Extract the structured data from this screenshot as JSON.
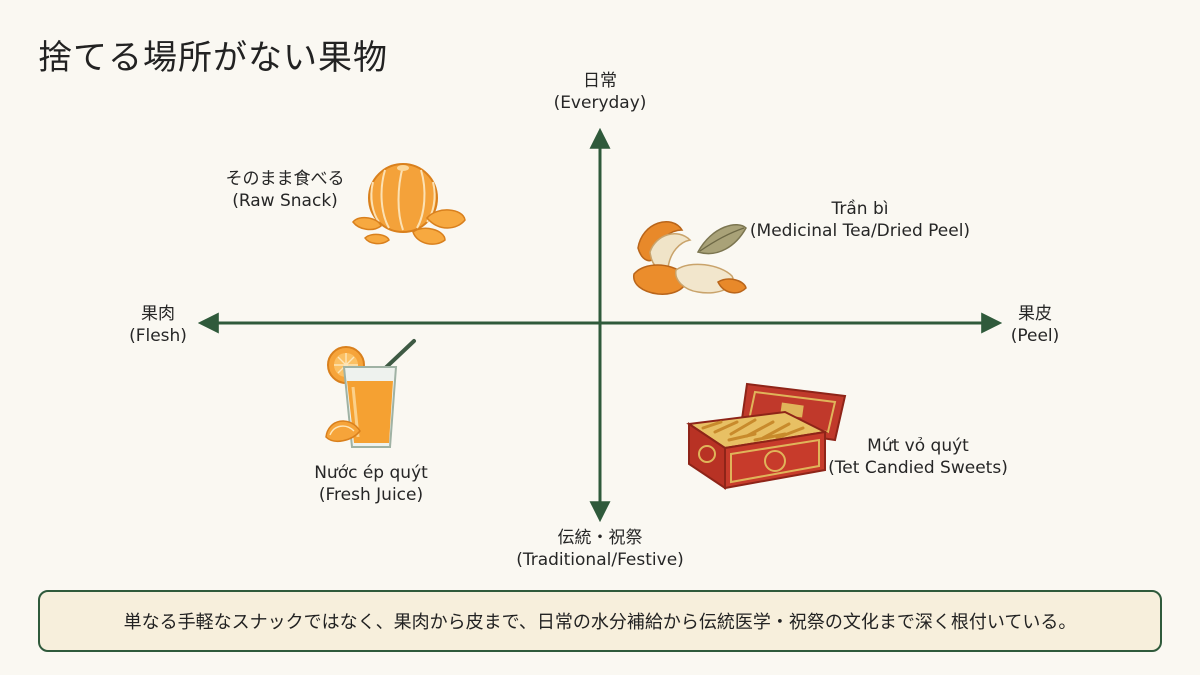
{
  "title": "捨てる場所がない果物",
  "axes": {
    "top": {
      "jp": "日常",
      "en": "(Everyday)"
    },
    "bottom": {
      "jp": "伝統・祝祭",
      "en": "(Traditional/Festive)"
    },
    "left": {
      "jp": "果肉",
      "en": "(Flesh)"
    },
    "right": {
      "jp": "果皮",
      "en": "(Peel)"
    }
  },
  "items": [
    {
      "quadrant": "top-left",
      "line1": "そのまま食べる",
      "line2": "(Raw Snack)",
      "icon": "peeled-mandarin-icon"
    },
    {
      "quadrant": "top-right",
      "line1": "Trần bì",
      "line2": "(Medicinal Tea/Dried Peel)",
      "icon": "dried-peel-icon"
    },
    {
      "quadrant": "bottom-left",
      "line1": "Nước ép quýt",
      "line2": "(Fresh Juice)",
      "icon": "juice-glass-icon"
    },
    {
      "quadrant": "bottom-right",
      "line1": "Mứt vỏ quýt",
      "line2": "(Tet Candied Sweets)",
      "icon": "candy-box-icon"
    }
  ],
  "summary": "単なる手軽なスナックではなく、果肉から皮まで、日常の水分補給から伝統医学・祝祭の文化まで深く根付いている。",
  "colors": {
    "axis": "#2f5a3b",
    "background": "#faf8f2",
    "note_bg": "#f7efdc",
    "orange": "#f29a2e"
  }
}
